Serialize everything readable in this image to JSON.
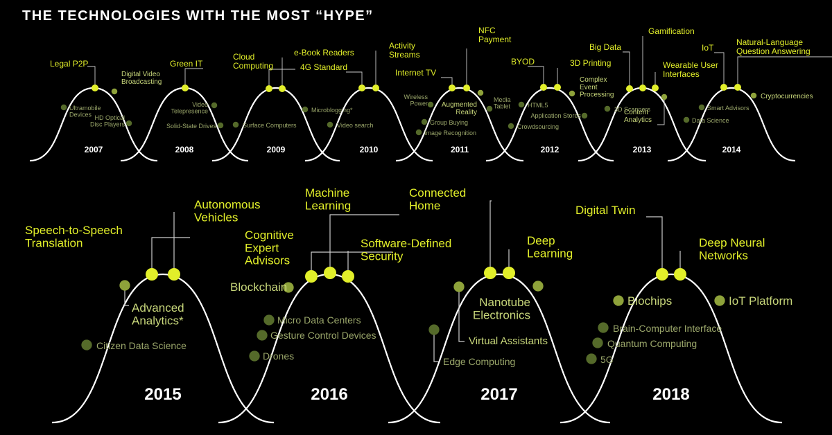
{
  "header": {
    "title": "THE TECHNOLOGIES WITH THE MOST “HYPE”"
  },
  "colors": {
    "background": "#000000",
    "curve": "#ffffff",
    "peak_dot": "#e2ef2a",
    "peak_text": "#e2ef2a",
    "slope_dot": "#8ea23a",
    "slope_text": "#c7d67a",
    "dim_dot": "#556a2a",
    "dim_text": "#9aa66a",
    "leader": "#cccccc"
  },
  "hype_cycles": [
    {
      "year": "2007",
      "items": [
        {
          "label": "Legal P2P",
          "tier": "peak"
        },
        {
          "label": "Digital Video Broadcasting",
          "tier": "slope"
        },
        {
          "label": "Ultramobile Devices",
          "tier": "dim"
        },
        {
          "label": "HD Optical Disc Players",
          "tier": "dim"
        }
      ]
    },
    {
      "year": "2008",
      "items": [
        {
          "label": "Green IT",
          "tier": "peak"
        },
        {
          "label": "Video Telepresence",
          "tier": "dim"
        },
        {
          "label": "Solid-State Drives",
          "tier": "dim"
        }
      ]
    },
    {
      "year": "2009",
      "items": [
        {
          "label": "Cloud Computing",
          "tier": "peak"
        },
        {
          "label": "e-Book Readers",
          "tier": "peak"
        },
        {
          "label": "Surface Computers",
          "tier": "dim"
        },
        {
          "label": "Microblogging*",
          "tier": "dim"
        }
      ]
    },
    {
      "year": "2010",
      "items": [
        {
          "label": "4G Standard",
          "tier": "peak"
        },
        {
          "label": "Activity Streams",
          "tier": "peak"
        },
        {
          "label": "Video search",
          "tier": "dim"
        }
      ]
    },
    {
      "year": "2011",
      "items": [
        {
          "label": "Internet TV",
          "tier": "peak"
        },
        {
          "label": "NFC Payment",
          "tier": "peak"
        },
        {
          "label": "Augmented Reality",
          "tier": "slope"
        },
        {
          "label": "Wireless Power",
          "tier": "dim"
        },
        {
          "label": "Media Tablet",
          "tier": "dim"
        },
        {
          "label": "Group Buying",
          "tier": "dim"
        },
        {
          "label": "Image Recognition",
          "tier": "dim"
        }
      ]
    },
    {
      "year": "2012",
      "items": [
        {
          "label": "BYOD",
          "tier": "peak"
        },
        {
          "label": "3D Printing",
          "tier": "peak"
        },
        {
          "label": "Complex Event Processing",
          "tier": "slope"
        },
        {
          "label": "HTML5",
          "tier": "dim"
        },
        {
          "label": "Application Stores",
          "tier": "dim"
        },
        {
          "label": "Crowdsourcing",
          "tier": "dim"
        }
      ]
    },
    {
      "year": "2013",
      "items": [
        {
          "label": "Big Data",
          "tier": "peak"
        },
        {
          "label": "Gamification",
          "tier": "peak"
        },
        {
          "label": "Wearable User Interfaces",
          "tier": "peak"
        },
        {
          "label": "Content Analytics",
          "tier": "slope"
        },
        {
          "label": "3D Scanners",
          "tier": "dim"
        }
      ]
    },
    {
      "year": "2014",
      "items": [
        {
          "label": "IoT",
          "tier": "peak"
        },
        {
          "label": "Natural-Language Question Answering",
          "tier": "peak"
        },
        {
          "label": "Cryptocurrencies",
          "tier": "slope"
        },
        {
          "label": "Smart Advisors",
          "tier": "dim"
        },
        {
          "label": "Data Science",
          "tier": "dim"
        }
      ]
    },
    {
      "year": "2015",
      "items": [
        {
          "label": "Speech-to-Speech Translation",
          "tier": "peak"
        },
        {
          "label": "Autonomous Vehicles",
          "tier": "peak"
        },
        {
          "label": "Advanced Analytics*",
          "tier": "slope"
        },
        {
          "label": "Citizen Data Science",
          "tier": "dim"
        }
      ]
    },
    {
      "year": "2016",
      "items": [
        {
          "label": "Cognitive Expert Advisors",
          "tier": "peak"
        },
        {
          "label": "Machine Learning",
          "tier": "peak"
        },
        {
          "label": "Software-Defined Security",
          "tier": "peak"
        },
        {
          "label": "Blockchain",
          "tier": "slope"
        },
        {
          "label": "Micro Data Centers",
          "tier": "dim"
        },
        {
          "label": "Gesture Control Devices",
          "tier": "dim"
        },
        {
          "label": "Drones",
          "tier": "dim"
        }
      ]
    },
    {
      "year": "2017",
      "items": [
        {
          "label": "Connected Home",
          "tier": "peak"
        },
        {
          "label": "Deep Learning",
          "tier": "peak"
        },
        {
          "label": "Nanotube Electronics",
          "tier": "slope"
        },
        {
          "label": "Virtual Assistants",
          "tier": "slope"
        },
        {
          "label": "Edge Computing",
          "tier": "dim"
        }
      ]
    },
    {
      "year": "2018",
      "items": [
        {
          "label": "Digital Twin",
          "tier": "peak"
        },
        {
          "label": "Deep Neural Networks",
          "tier": "peak"
        },
        {
          "label": "Biochips",
          "tier": "slope"
        },
        {
          "label": "IoT Platform",
          "tier": "slope"
        },
        {
          "label": "Brain-Computer Interface",
          "tier": "dim"
        },
        {
          "label": "Quantum Computing",
          "tier": "dim"
        },
        {
          "label": "5G",
          "tier": "dim"
        }
      ]
    }
  ]
}
